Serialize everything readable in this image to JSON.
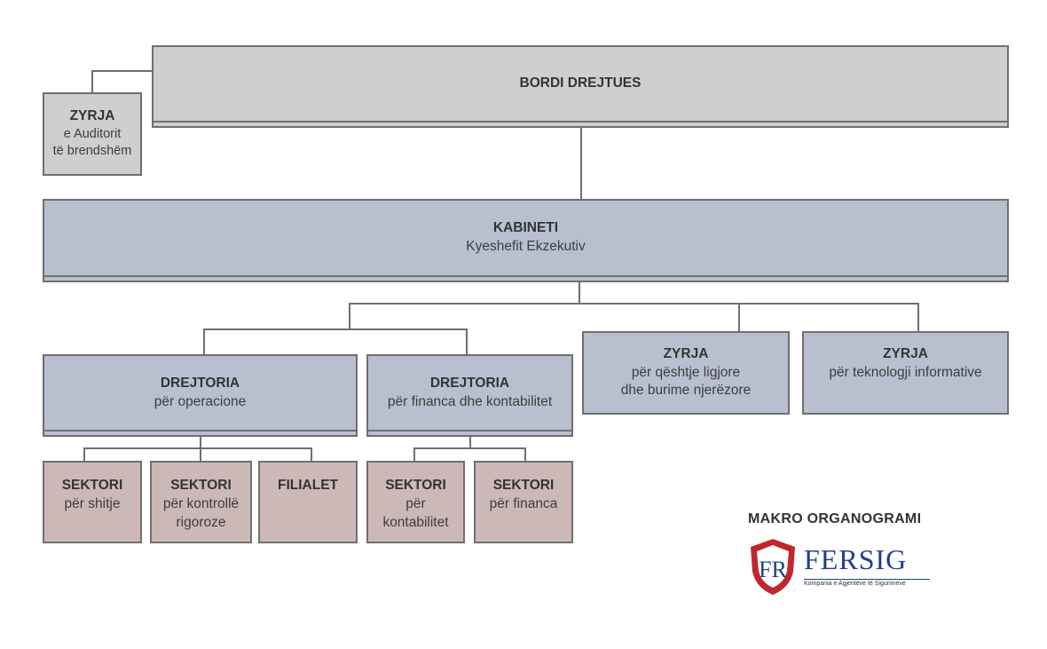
{
  "board": {
    "title": "BORDI DREJTUES"
  },
  "audit_office": {
    "title": "ZYRJA",
    "sub": "e Auditorit\ntë brendshëm"
  },
  "cabinet": {
    "title": "KABINETI",
    "sub": "Kyeshefit Ekzekutiv"
  },
  "directorates": [
    {
      "title": "DREJTORIA",
      "sub": "për operacione"
    },
    {
      "title": "DREJTORIA",
      "sub": "për financa dhe kontabilitet"
    }
  ],
  "offices": [
    {
      "title": "ZYRJA",
      "sub": "për qështje ligjore\ndhe burime njerëzore"
    },
    {
      "title": "ZYRJA",
      "sub": "për teknologji informative"
    }
  ],
  "sectors": [
    {
      "title": "SEKTORI",
      "sub": "për shitje"
    },
    {
      "title": "SEKTORI",
      "sub": "për kontrollë\nrigoroze"
    },
    {
      "title": "FILIALET",
      "sub": ""
    },
    {
      "title": "SEKTORI",
      "sub": "për\nkontabilitet"
    },
    {
      "title": "SEKTORI",
      "sub": "për financa"
    }
  ],
  "logo": {
    "heading": "MAKRO ORGANOGRAMI",
    "brand": "FERSIG",
    "tagline": "Kompania e Agjentëve të Sigurimeve",
    "monogram": "FR",
    "shield_color": "#c0272d",
    "brand_color": "#1f3f8c"
  },
  "colors": {
    "board": "#cfcfcf",
    "management": "#b8c0cf",
    "sector": "#cdb8b8",
    "line": "#6f6f6f"
  }
}
